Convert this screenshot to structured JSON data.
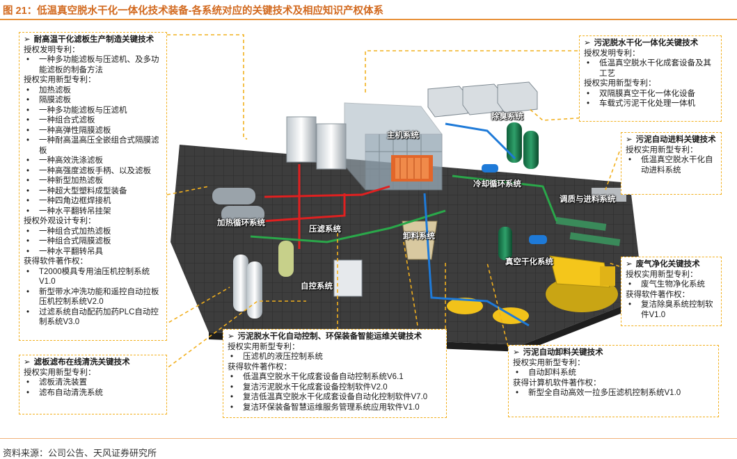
{
  "figure": {
    "title": "图 21：低温真空脱水干化一体化技术装备-各系统对应的关键技术及相应知识产权体系",
    "source": "资料来源：公司公告、天风证券研究所"
  },
  "boxes": {
    "filter_plate": {
      "title": "耐高温干化滤板生产制造关键技术",
      "groups": [
        {
          "heading": "授权发明专利：",
          "items": [
            "一种多功能滤板与压滤机、及多功能滤板的制备方法"
          ]
        },
        {
          "heading": "授权实用新型专利：",
          "items": [
            "加热滤板",
            "隔膜滤板",
            "一种多功能滤板与压滤机",
            "一种组合式滤板",
            "一种高弹性隔膜滤板",
            "一种耐高温高压全嵌组合式隔膜滤板",
            "一种高效洗涤滤板",
            "一种高强度滤板手柄、以及滤板",
            "一种新型加热滤板",
            "一种超大型塑料成型装备",
            "一种四角边框焊接机",
            "一种水平翻转吊挂架"
          ]
        },
        {
          "heading": "授权外观设计专利：",
          "items": [
            "一种组合式加热滤板",
            "一种组合式隔膜滤板",
            "一种水平翻转吊具"
          ]
        },
        {
          "heading": "获得软件著作权：",
          "items": [
            "T2000模具专用油压机控制系统V1.0",
            "新型带水冲洗功能和遥控自动拉板压机控制系统V2.0",
            "过滤系统自动配药加药PLC自动控制系统V3.0"
          ]
        }
      ]
    },
    "cloth_wash": {
      "title": "滤板滤布在线清洗关键技术",
      "groups": [
        {
          "heading": "授权实用新型专利：",
          "items": [
            "滤板清洗装置",
            "滤布自动清洗系统"
          ]
        }
      ]
    },
    "control": {
      "title": "污泥脱水干化自动控制、环保装备智能运维关键技术",
      "groups": [
        {
          "heading": "授权实用新型专利：",
          "items": [
            "压滤机的液压控制系统"
          ]
        },
        {
          "heading": "获得软件著作权：",
          "items": [
            "低温真空脱水干化成套设备自动控制系统V6.1",
            "复洁污泥脱水干化成套设备控制软件V2.0",
            "复洁低温真空脱水干化成套设备自动化控制软件V7.0",
            "复洁环保装备智慧运维服务管理系统应用软件V1.0"
          ]
        }
      ]
    },
    "unloading": {
      "title": "污泥自动卸料关键技术",
      "groups": [
        {
          "heading": "授权实用新型专利：",
          "items": [
            "自动卸料系统"
          ]
        },
        {
          "heading": "获得计算机软件著作权：",
          "items": [
            "新型全自动高效一拉多压滤机控制系统V1.0"
          ]
        }
      ]
    },
    "integrated": {
      "title": "污泥脱水干化一体化关键技术",
      "groups": [
        {
          "heading": "授权发明专利：",
          "items": [
            "低温真空脱水干化成套设备及其工艺"
          ]
        },
        {
          "heading": "授权实用新型专利：",
          "items": [
            "双隔膜真空干化一体化设备",
            "车载式污泥干化处理一体机"
          ]
        }
      ]
    },
    "feeding": {
      "title": "污泥自动进料关键技术",
      "groups": [
        {
          "heading": "授权实用新型专利：",
          "items": [
            "低温真空脱水干化自动进料系统"
          ]
        }
      ]
    },
    "exhaust": {
      "title": "废气净化关键技术",
      "groups": [
        {
          "heading": "授权实用新型专利：",
          "items": [
            "废气生物净化系统"
          ]
        },
        {
          "heading": "获得软件著作权：",
          "items": [
            "复洁除臭系统控制软件V1.0"
          ]
        }
      ]
    }
  },
  "plant_labels": {
    "deodor": "除臭系统",
    "main": "主机系统",
    "cooling": "冷却循环系统",
    "conditioning": "调质与进料系统",
    "heating": "加热循环系统",
    "press": "压滤系统",
    "unload": "卸料系统",
    "vacuum": "真空干化系统",
    "autocontrol": "自控系统"
  },
  "colors": {
    "title": "#d2691e",
    "dash": "#f2b01e",
    "floor": "#3b3b3b",
    "pipe_red": "#e02020",
    "pipe_green": "#2aa84a",
    "pipe_blue": "#1e7ad8"
  },
  "icons": {
    "bullet": "arrow-bullet-icon"
  }
}
